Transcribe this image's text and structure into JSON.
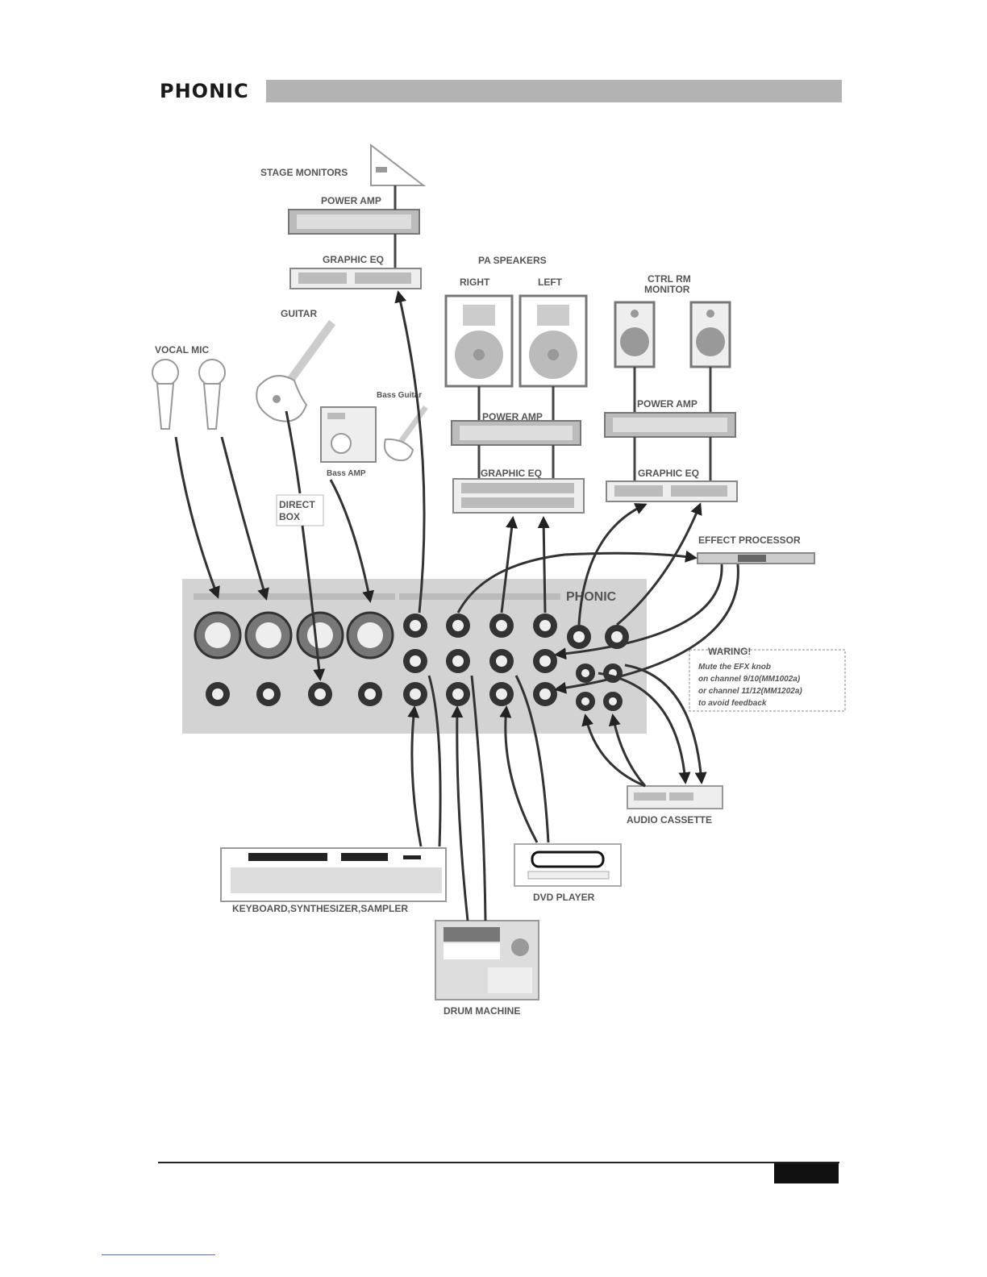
{
  "header": {
    "logo_text": "PHONIC"
  },
  "labels": {
    "stage_monitors": "STAGE MONITORS",
    "power_amp_top": "POWER AMP",
    "graphic_eq_top": "GRAPHIC EQ",
    "pa_speakers": "PA SPEAKERS",
    "right": "RIGHT",
    "left": "LEFT",
    "ctrl_rm_monitor_1": "CTRL RM",
    "ctrl_rm_monitor_2": "MONITOR",
    "guitar": "GUITAR",
    "vocal_mic": "VOCAL MIC",
    "bass_guitar": "Bass Guitar",
    "bass_amp": "Bass AMP",
    "power_amp_pa": "POWER AMP",
    "power_amp_ctrl": "POWER AMP",
    "graphic_eq_pa": "GRAPHIC EQ",
    "graphic_eq_ctrl": "GRAPHIC EQ",
    "direct_box_1": "DIRECT",
    "direct_box_2": "BOX",
    "effect_processor": "EFFECT PROCESSOR",
    "audio_cassette": "AUDIO CASSETTE",
    "keyboard": "KEYBOARD,SYNTHESIZER,SAMPLER",
    "dvd_player": "DVD PLAYER",
    "drum_machine": "DRUM MACHINE",
    "mixer_brand": "PHONIC"
  },
  "warning": {
    "title": "WARING!",
    "line1": "Mute the EFX knob",
    "line2": "on channel 9/10(MM1002a)",
    "line3": "or channel 11/12(MM1202a)",
    "line4": "to avoid feedback"
  }
}
